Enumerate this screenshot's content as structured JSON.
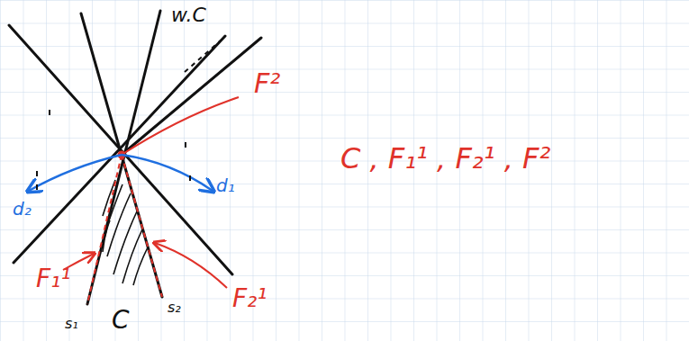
{
  "diagram": {
    "labels": [
      "w.C",
      "F²",
      "d₁",
      "d₂",
      "F₁¹",
      "F₂¹",
      "s₁",
      "s₂",
      "C",
      "C , F₁¹ , F₂¹ , F²"
    ]
  }
}
